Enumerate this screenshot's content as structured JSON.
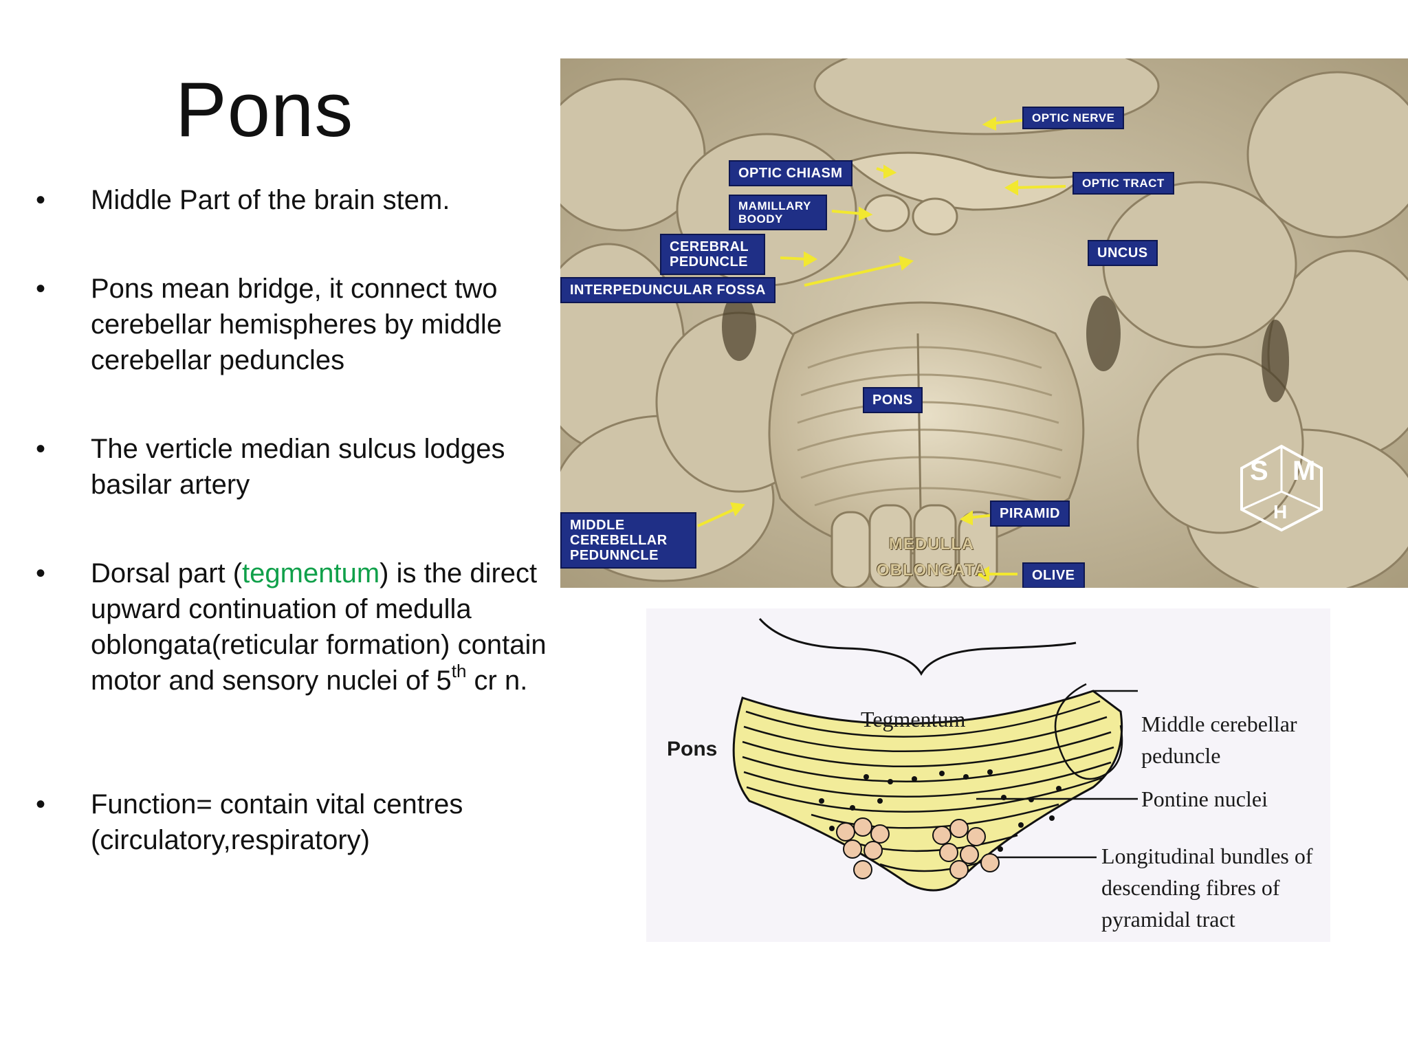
{
  "slide": {
    "title": "Pons",
    "bullets": [
      {
        "text": "Middle Part of the brain stem."
      },
      {
        "text": "Pons mean bridge, it connect two cerebellar hemispheres by middle cerebellar peduncles"
      },
      {
        "text": "The verticle median sulcus lodges basilar artery"
      },
      {
        "prefix": "Dorsal part (",
        "highlight": "tegmentum",
        "middle": ") is the direct upward continuation of medulla oblongata(reticular formation) contain motor and sensory nuclei of 5",
        "superscript": "th",
        "suffix": " cr n."
      },
      {
        "text": "Function= contain vital centres (circulatory,respiratory)"
      }
    ],
    "bullet_symbol": "•",
    "highlight_color": "#10a04a"
  },
  "photo": {
    "labels": {
      "optic_nerve": "OPTIC NERVE",
      "optic_chiasm": "OPTIC CHIASM",
      "optic_tract": "OPTIC TRACT",
      "mamillary_body": "MAMILLARY BOODY",
      "cerebral_peduncle": "CEREBRAL PEDUNCLE",
      "uncus": "UNCUS",
      "interpeduncular_fossa": "INTERPEDUNCULAR FOSSA",
      "pons": "PONS",
      "middle_cerebellar_peduncle": "MIDDLE CEREBELLAR PEDUNNCLE",
      "piramid": "PIRAMID",
      "medulla_oblongata": "MEDULLA OBLONGATA",
      "olive": "OLIVE"
    },
    "label_color": "#1f2f86",
    "arrow_color": "#f2e830",
    "logo": {
      "left": "S",
      "right": "M",
      "bottom": "H"
    }
  },
  "diagram": {
    "labels": {
      "tegmentum": "Tegmentum",
      "pons": "Pons",
      "middle_cerebellar_peduncle": "Middle cerebellar peduncle",
      "pontine_nuclei": "Pontine nuclei",
      "longitudinal_bundles": "Longitudinal bundles of descending fibres of pyramidal tract"
    },
    "fill_color": "#f2ec9a"
  }
}
